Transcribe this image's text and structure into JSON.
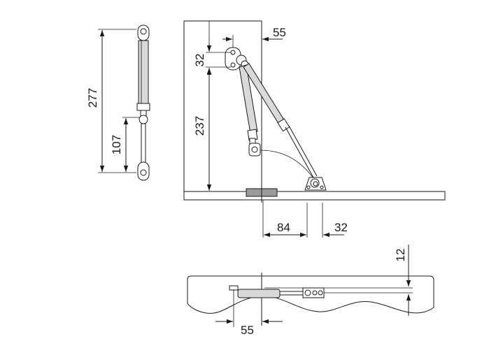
{
  "dimensions": {
    "strut_length": "277",
    "strut_body": "107",
    "top_mount_offset": "55",
    "top_mount_spacing": "32",
    "panel_mount_height": "237",
    "base_offset": "84",
    "base_spacing": "32",
    "panel_thickness": "12",
    "bottom_offset": "55"
  },
  "colors": {
    "line": "#1a1a1a",
    "strut_fill": "#d9d9d9",
    "dark_fill": "#9a9a9a"
  }
}
